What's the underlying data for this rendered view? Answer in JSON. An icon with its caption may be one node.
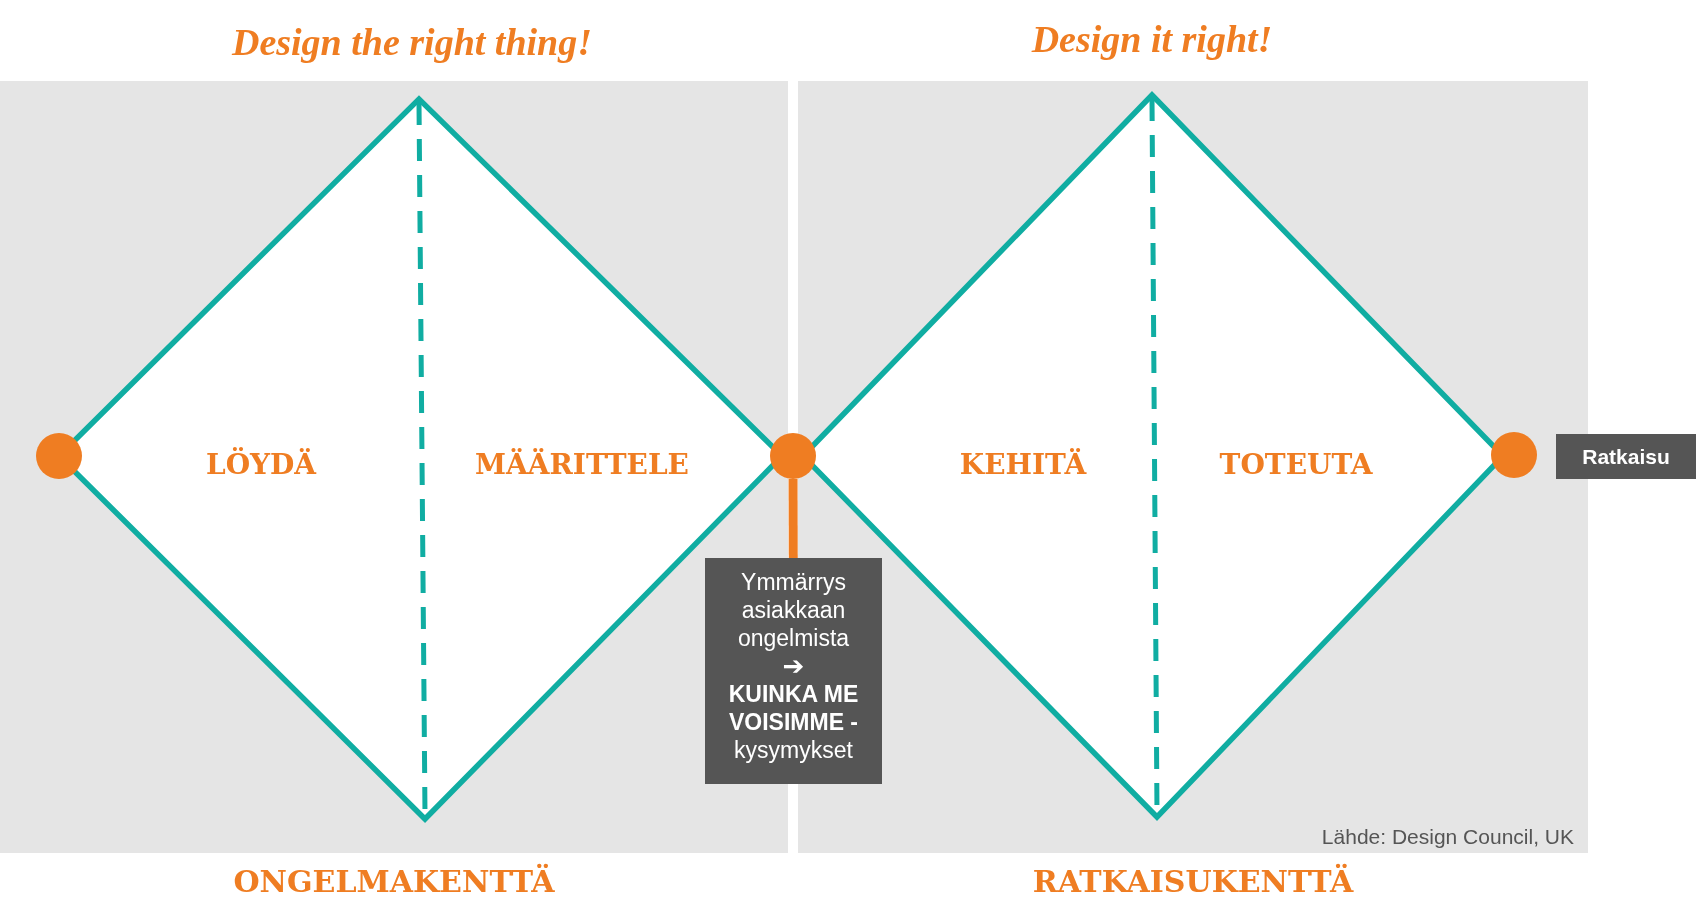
{
  "diagram": {
    "nodes": [
      {
        "text": [
          "Design the right thing!"
        ],
        "beside": [
          "ONGELMAKENTTÄ"
        ]
      },
      {
        "text": [
          "LÖYDÄ",
          "MÄÄRITTELE"
        ],
        "in": 0
      },
      {
        "text": [
          "Design it right!"
        ],
        "beside": [
          "RATKAISUKENTTÄ"
        ]
      },
      {
        "text": [
          "KEHITÄ",
          "TOTEUTA"
        ],
        "in": 2
      },
      {
        "text": [],
        "shape": "circle",
        "in": 0
      },
      {
        "text": [],
        "shape": "circle"
      },
      {
        "text": [],
        "shape": "circle",
        "in": 2
      },
      {
        "text": [
          "Ymmärrys asiakkaan ongelmista",
          "➔",
          "**KUINKA ME VOISIMME -** kysymykset"
        ]
      },
      {
        "text": [
          "Ratkaisu"
        ]
      }
    ],
    "edges": [
      {
        "from": 5,
        "to": 7,
        "arrow": "none"
      }
    ],
    "labels": [
      "Lähde: Design Council, UK"
    ]
  }
}
